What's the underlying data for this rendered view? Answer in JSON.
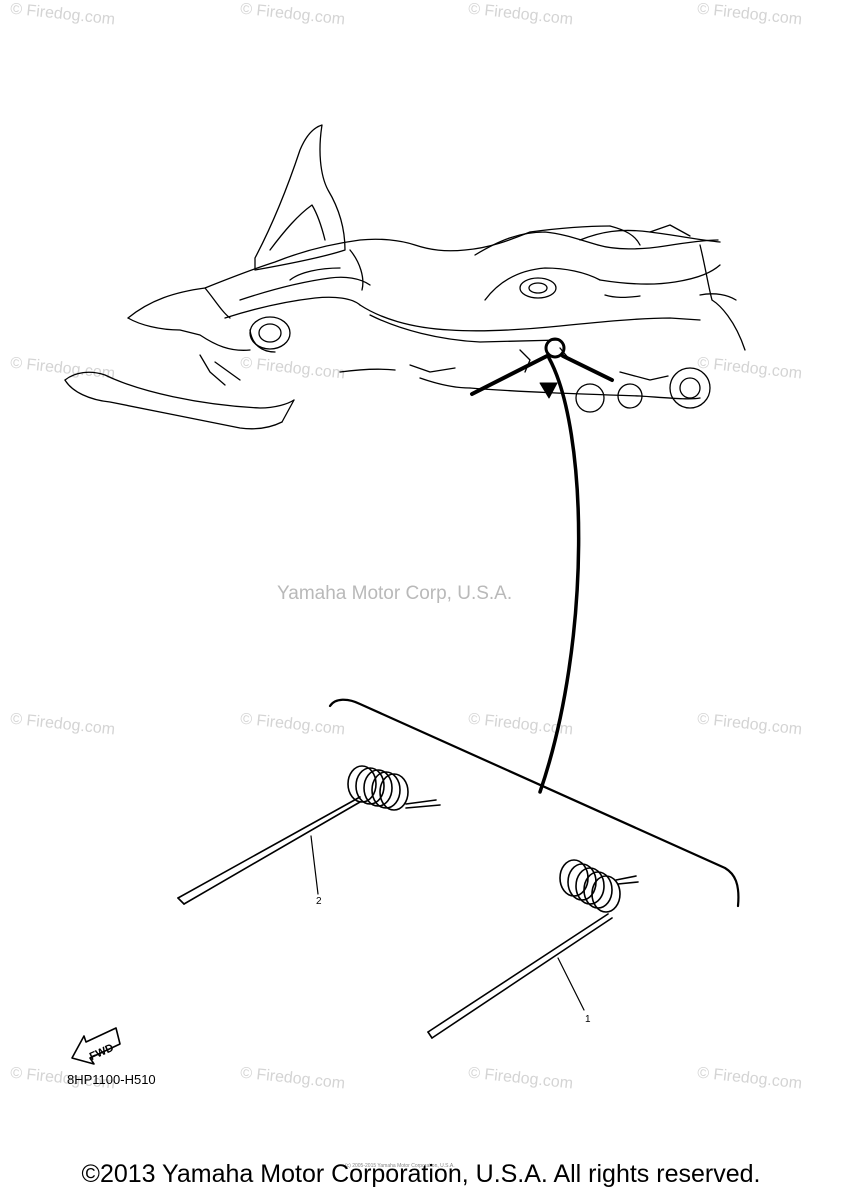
{
  "watermarks": {
    "firedog": "© Firedog.com"
  },
  "corp_watermark": "Yamaha Motor Corp, U.S.A.",
  "callouts": {
    "part_1": "1",
    "part_2": "2"
  },
  "fwd_label": "FWD",
  "part_code": "8HP1100-H510",
  "tiny_print": "(c) 2005-2015 Yamaha Motor Corporation, U.S.A.",
  "copyright": "©2013 Yamaha Motor Corporation, U.S.A. All rights reserved."
}
